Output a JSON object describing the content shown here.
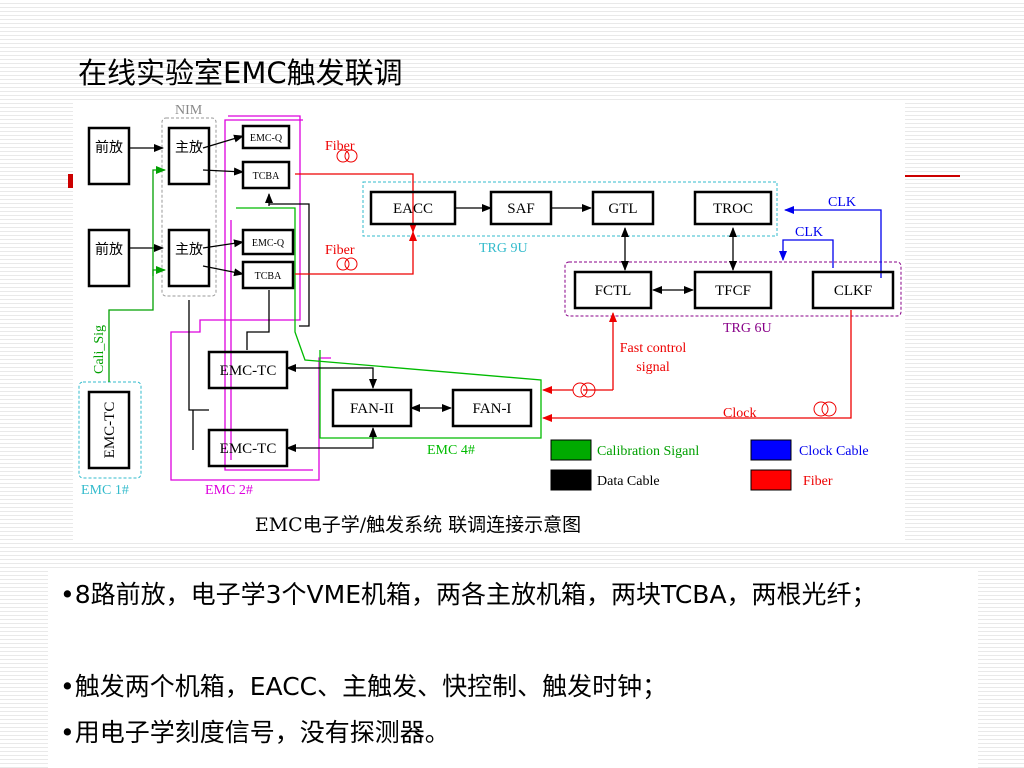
{
  "slide": {
    "title": "在线实验室EMC触发联调",
    "caption": "EMC电子学/触发系统 联调连接示意图",
    "bullets": [
      "•8路前放，电子学3个VME机箱，两各主放机箱，两块TCBA，两根光纤；",
      "•触发两个机箱，EACC、主触发、快控制、触发时钟；",
      "•用电子学刻度信号，没有探测器。"
    ]
  },
  "diagram": {
    "blocks": {
      "preamp_1": "前放",
      "preamp_2": "前放",
      "mainamp_1": "主放",
      "mainamp_2": "主放",
      "emcq_1": "EMC-Q",
      "emcq_2": "EMC-Q",
      "tcba_1": "TCBA",
      "tcba_2": "TCBA",
      "eacc": "EACC",
      "saf": "SAF",
      "gtl": "GTL",
      "troc": "TROC",
      "fctl": "FCTL",
      "tfcf": "TFCF",
      "clkf": "CLKF",
      "emctc_left": "EMC-TC",
      "emctc_top": "EMC-TC",
      "emctc_bottom": "EMC-TC",
      "fan2": "FAN-II",
      "fan1": "FAN-I"
    },
    "labels": {
      "nim": "NIM",
      "fiber_1": "Fiber",
      "fiber_2": "Fiber",
      "trg9u": "TRG 9U",
      "trg6u": "TRG 6U",
      "clk_1": "CLK",
      "clk_2": "CLK",
      "cali_sig": "Cali_Sig",
      "fast_control": "Fast control",
      "signal": "signal",
      "clock": "Clock",
      "emc1": "EMC 1#",
      "emc2": "EMC 2#",
      "emc4": "EMC 4#"
    },
    "legend": [
      {
        "label": "Calibration Siganl",
        "color": "#00aa00"
      },
      {
        "label": "Data Cable",
        "color": "#000000"
      },
      {
        "label": "Clock Cable",
        "color": "#0000ff"
      },
      {
        "label": "Fiber",
        "color": "#ff0000"
      }
    ]
  }
}
